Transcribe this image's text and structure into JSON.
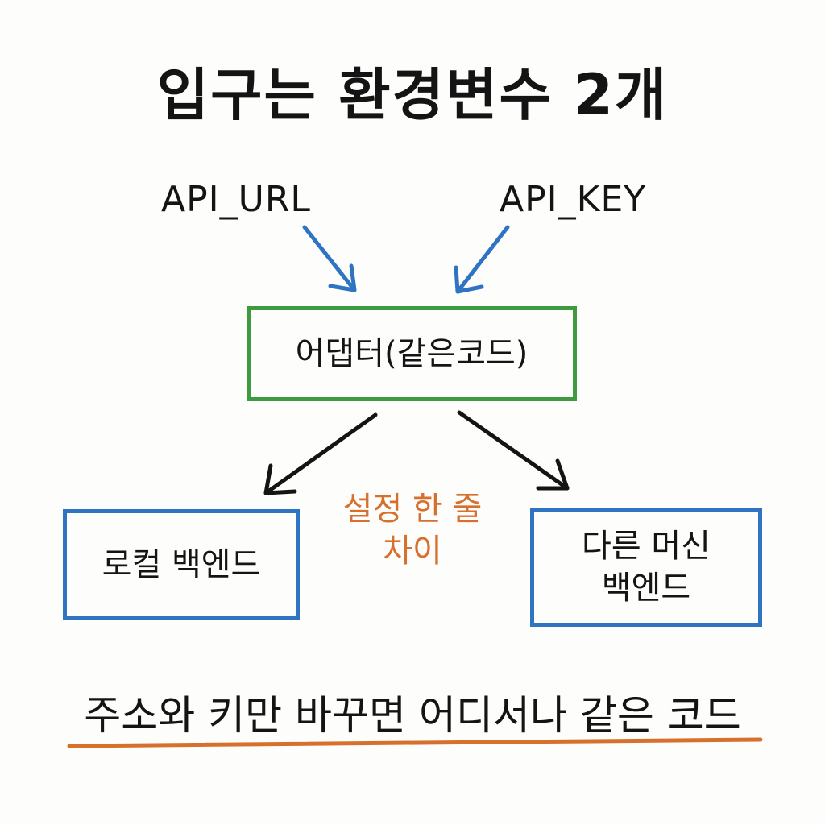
{
  "diagram": {
    "title": "입구는 환경변수 2개",
    "inputs": {
      "api_url": "API_URL",
      "api_key": "API_KEY"
    },
    "adapter": {
      "label": "어댑터(같은코드)"
    },
    "difference_note": {
      "line1": "설정 한 줄",
      "line2": "차이"
    },
    "targets": {
      "local": "로컬 백엔드",
      "remote_line1": "다른 머신",
      "remote_line2": "백엔드"
    },
    "caption": "주소와 키만 바꾸면 어디서나 같은 코드",
    "colors": {
      "input_arrows": "#2f74c2",
      "adapter_border": "#3e9a3e",
      "target_border": "#2f74c2",
      "output_arrows": "#141414",
      "note_text": "#d8702d",
      "caption_underline": "#d8702d"
    }
  }
}
